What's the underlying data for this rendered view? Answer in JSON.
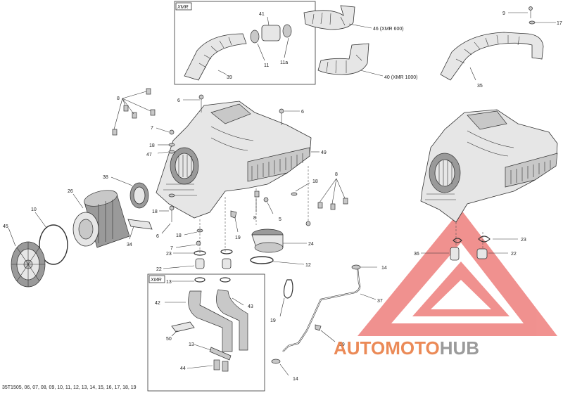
{
  "diagram": {
    "boxes": [
      {
        "id": "xmr-top",
        "tag": "XMR"
      },
      {
        "id": "xmr-bottom",
        "tag": "XMR"
      }
    ],
    "labels": [
      {
        "id": "l41",
        "text": "41"
      },
      {
        "id": "l46",
        "text": "46 (XMR 600)"
      },
      {
        "id": "l39",
        "text": "39"
      },
      {
        "id": "l11",
        "text": "11"
      },
      {
        "id": "l11a",
        "text": "11a"
      },
      {
        "id": "l40",
        "text": "40 (XMR 1000)"
      },
      {
        "id": "l9",
        "text": "9"
      },
      {
        "id": "l17",
        "text": "17"
      },
      {
        "id": "l35",
        "text": "35"
      },
      {
        "id": "l8a",
        "text": "8"
      },
      {
        "id": "l6a",
        "text": "6"
      },
      {
        "id": "l6b",
        "text": "6"
      },
      {
        "id": "l7a",
        "text": "7"
      },
      {
        "id": "l18a",
        "text": "18"
      },
      {
        "id": "l47",
        "text": "47"
      },
      {
        "id": "l49",
        "text": "49"
      },
      {
        "id": "l38",
        "text": "38"
      },
      {
        "id": "l26",
        "text": "26"
      },
      {
        "id": "l10",
        "text": "10"
      },
      {
        "id": "l45",
        "text": "45"
      },
      {
        "id": "l18b",
        "text": "18"
      },
      {
        "id": "l6c",
        "text": "6"
      },
      {
        "id": "l18c",
        "text": "18"
      },
      {
        "id": "l34",
        "text": "34"
      },
      {
        "id": "l7b",
        "text": "7"
      },
      {
        "id": "l23a",
        "text": "23"
      },
      {
        "id": "l22a",
        "text": "22"
      },
      {
        "id": "l19a",
        "text": "19"
      },
      {
        "id": "l8b",
        "text": "8"
      },
      {
        "id": "l5",
        "text": "5"
      },
      {
        "id": "l18d",
        "text": "18"
      },
      {
        "id": "l8c",
        "text": "8"
      },
      {
        "id": "l24",
        "text": "24"
      },
      {
        "id": "l12",
        "text": "12"
      },
      {
        "id": "l14a",
        "text": "14"
      },
      {
        "id": "l13a",
        "text": "13"
      },
      {
        "id": "l42",
        "text": "42"
      },
      {
        "id": "l43",
        "text": "43"
      },
      {
        "id": "l19b",
        "text": "19"
      },
      {
        "id": "l37",
        "text": "37"
      },
      {
        "id": "l50",
        "text": "50"
      },
      {
        "id": "l13b",
        "text": "13"
      },
      {
        "id": "l44",
        "text": "44"
      },
      {
        "id": "l14b",
        "text": "14"
      },
      {
        "id": "l19c",
        "text": "19"
      },
      {
        "id": "l23b",
        "text": "23"
      },
      {
        "id": "l36",
        "text": "36"
      },
      {
        "id": "l22b",
        "text": "22"
      }
    ],
    "footer_code": "35T1505, 06, 07, 08, 09, 10, 11, 12, 13, 14, 15, 16, 17, 18, 19",
    "watermark": {
      "word_parts": [
        "AUTO",
        "MOTO",
        "HUB"
      ],
      "colors": {
        "auto": "#e8763a",
        "moto": "#e8763a",
        "hub": "#8a8a8a",
        "triangle": "#e53935"
      }
    }
  }
}
